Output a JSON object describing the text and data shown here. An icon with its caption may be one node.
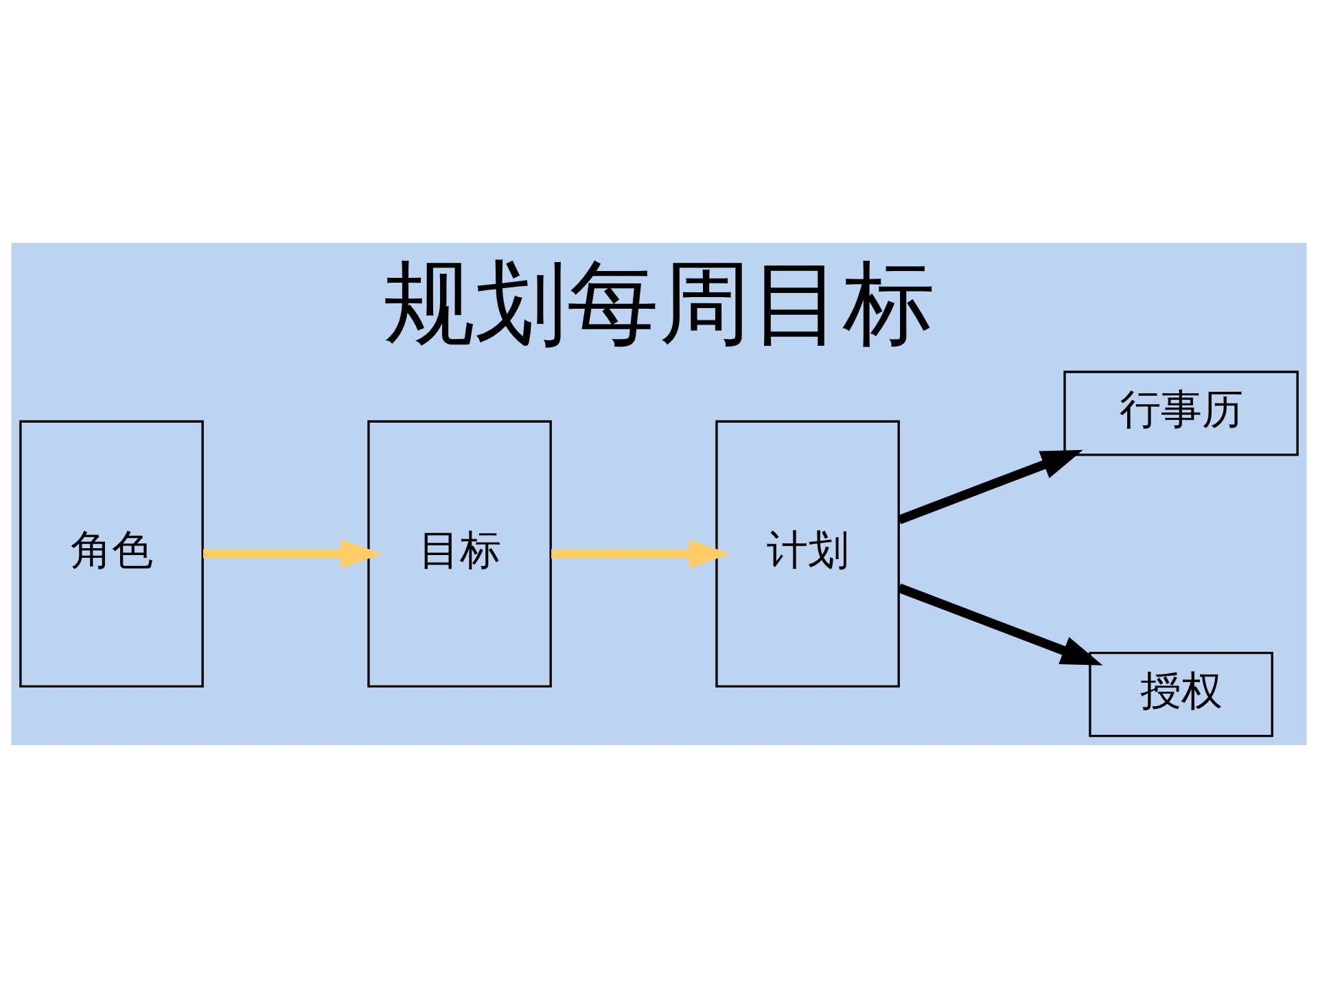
{
  "diagram": {
    "title": "规划每周目标",
    "nodes": [
      {
        "text": [
          "角色"
        ]
      },
      {
        "text": [
          "目标"
        ]
      },
      {
        "text": [
          "计划"
        ]
      },
      {
        "text": [
          "行事历"
        ]
      },
      {
        "text": [
          "授权"
        ]
      }
    ],
    "edges": [
      {
        "from": 0,
        "to": 1,
        "arrow": "to",
        "color": "#ffcc66"
      },
      {
        "from": 1,
        "to": 2,
        "arrow": "to",
        "color": "#ffcc66"
      },
      {
        "from": 2,
        "to": 3,
        "arrow": "to",
        "color": "#000000"
      },
      {
        "from": 2,
        "to": 4,
        "arrow": "to",
        "color": "#000000"
      }
    ]
  }
}
